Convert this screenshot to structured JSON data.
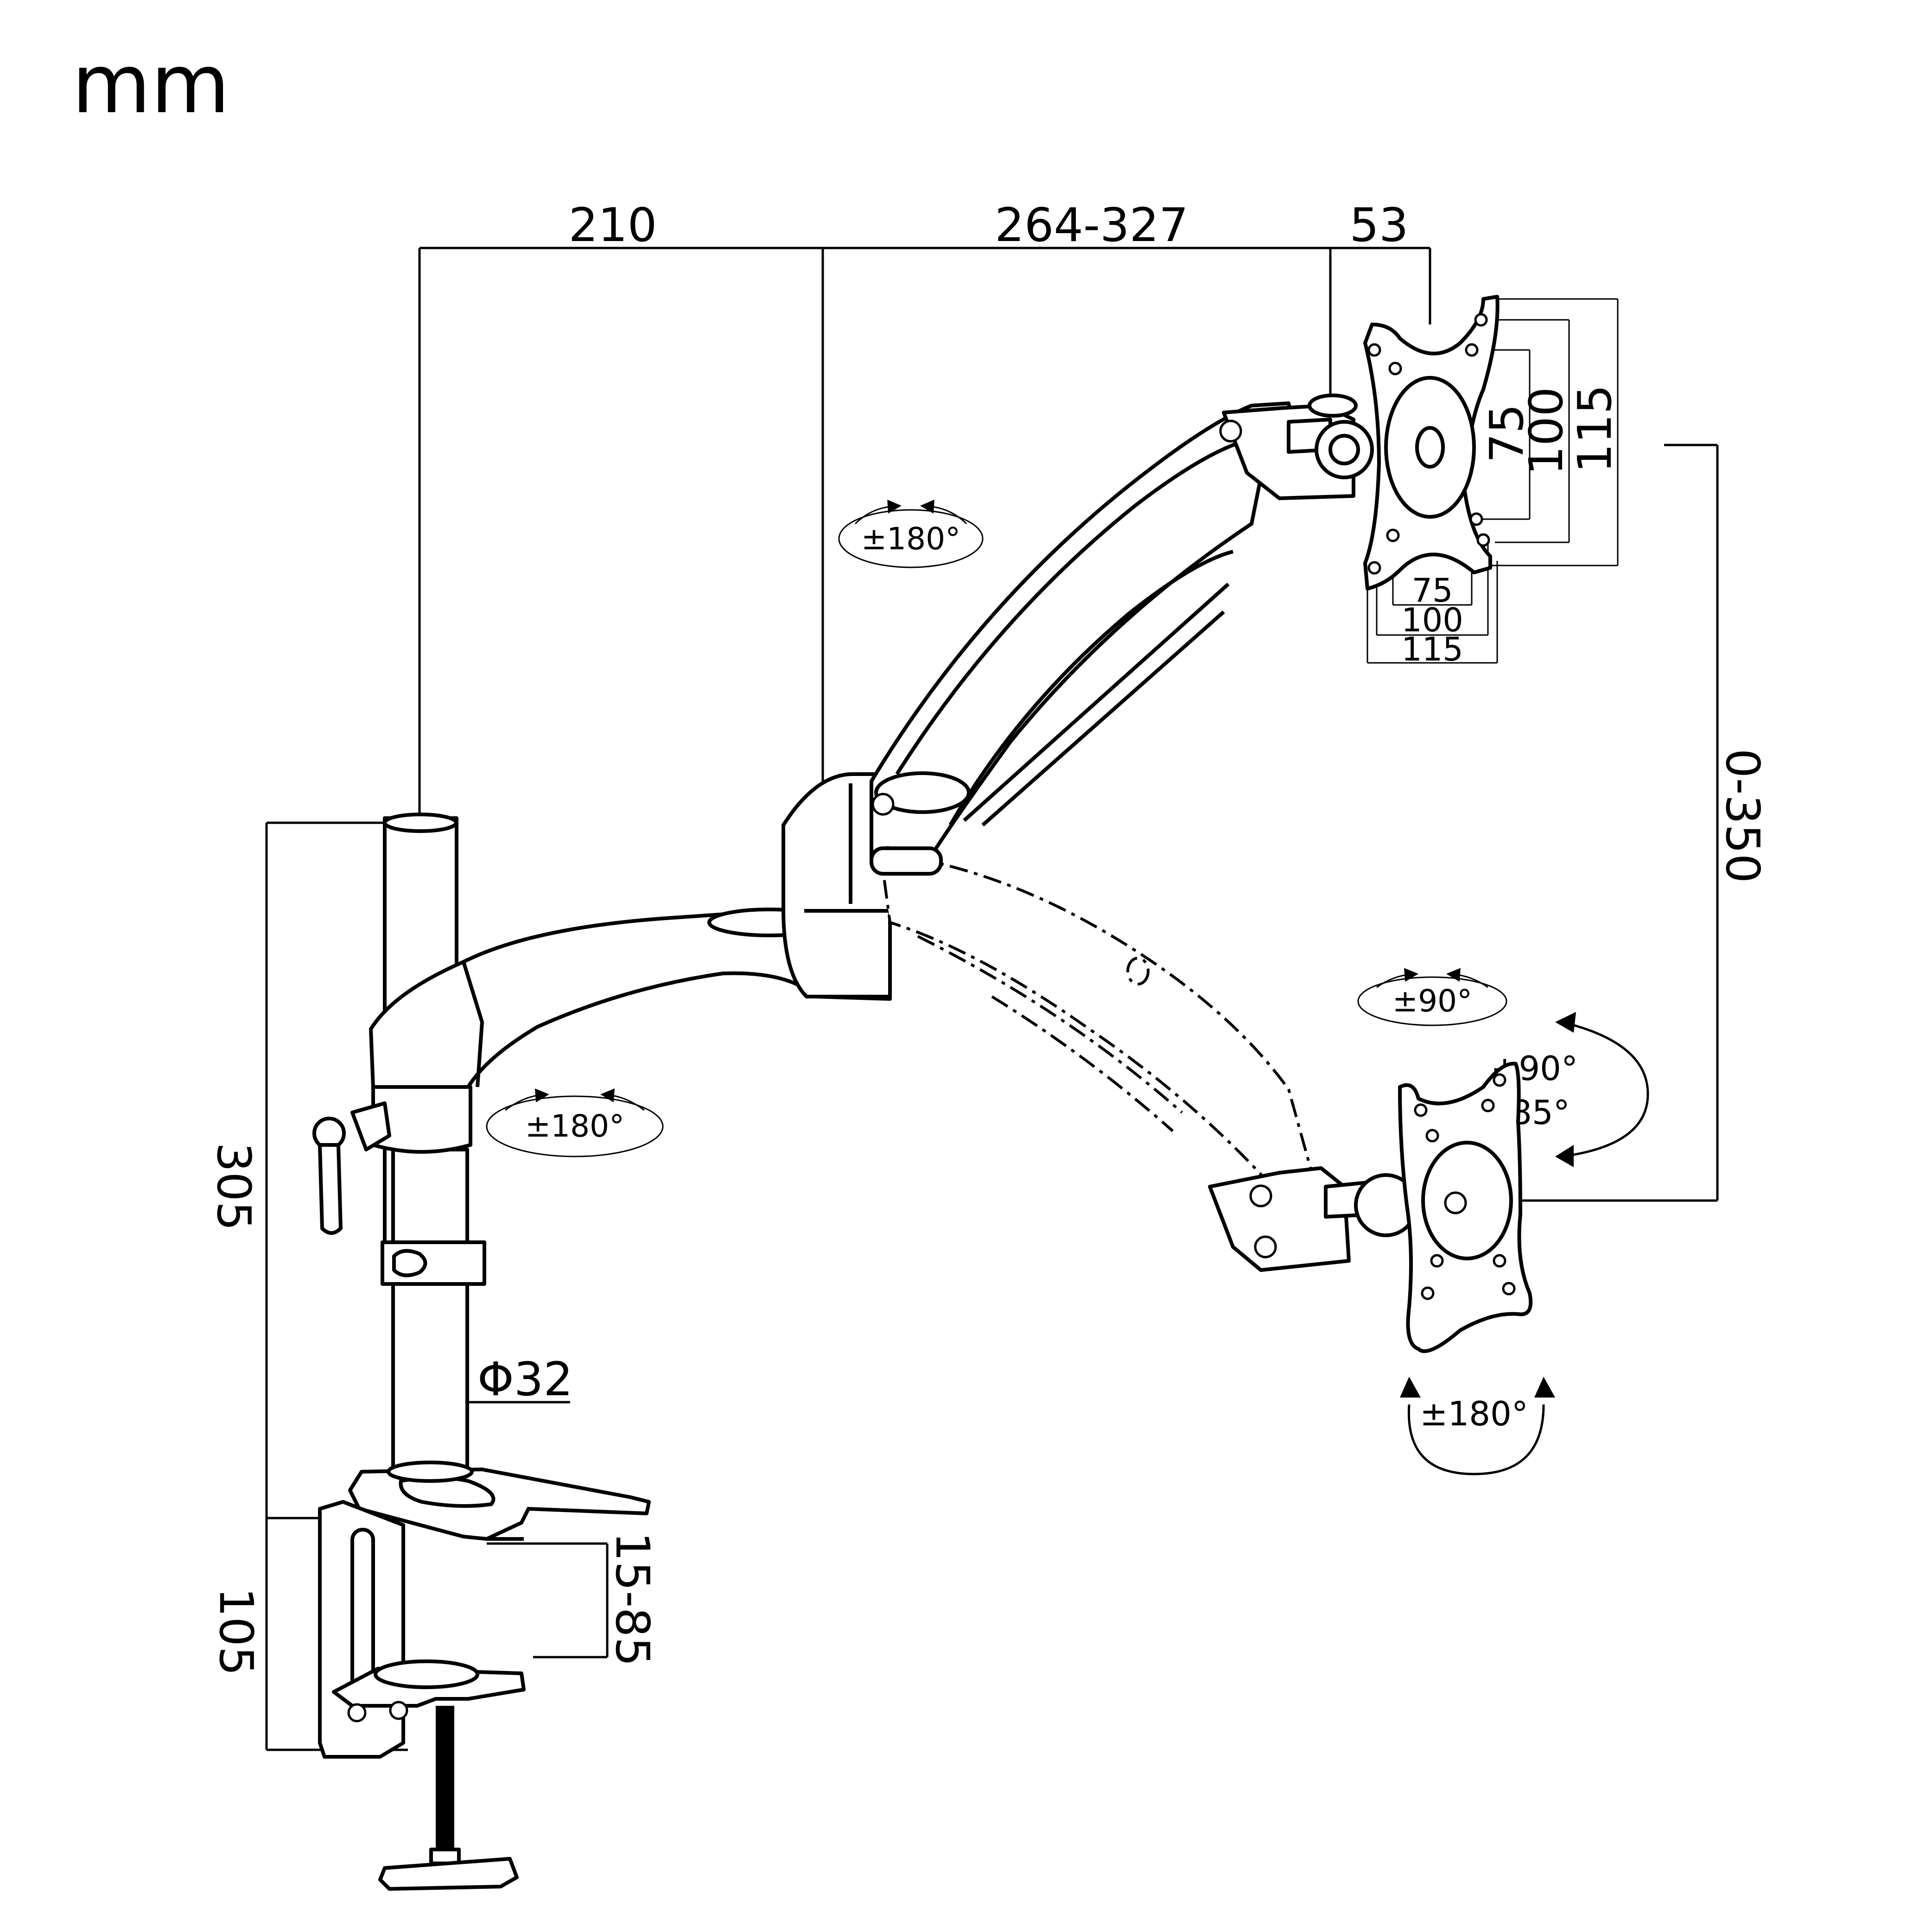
{
  "unit_label": "mm",
  "dimensions": {
    "base_to_joint": "210",
    "arm_reach": "264-327",
    "head_depth": "53",
    "pole_height": "305",
    "clamp_height": "105",
    "desk_thickness": "15-85",
    "pole_diameter": "Φ32",
    "height_adjust": "0-350"
  },
  "vesa": {
    "h75": "75",
    "h100": "100",
    "h115": "115",
    "v75": "75",
    "v100": "100",
    "v115": "115"
  },
  "rotations": {
    "arm_joint": "±180°",
    "pole_swivel": "±180°",
    "swivel": "±90°",
    "tilt_up": "+90°",
    "tilt_down": "-85°",
    "rotate": "±180°"
  }
}
